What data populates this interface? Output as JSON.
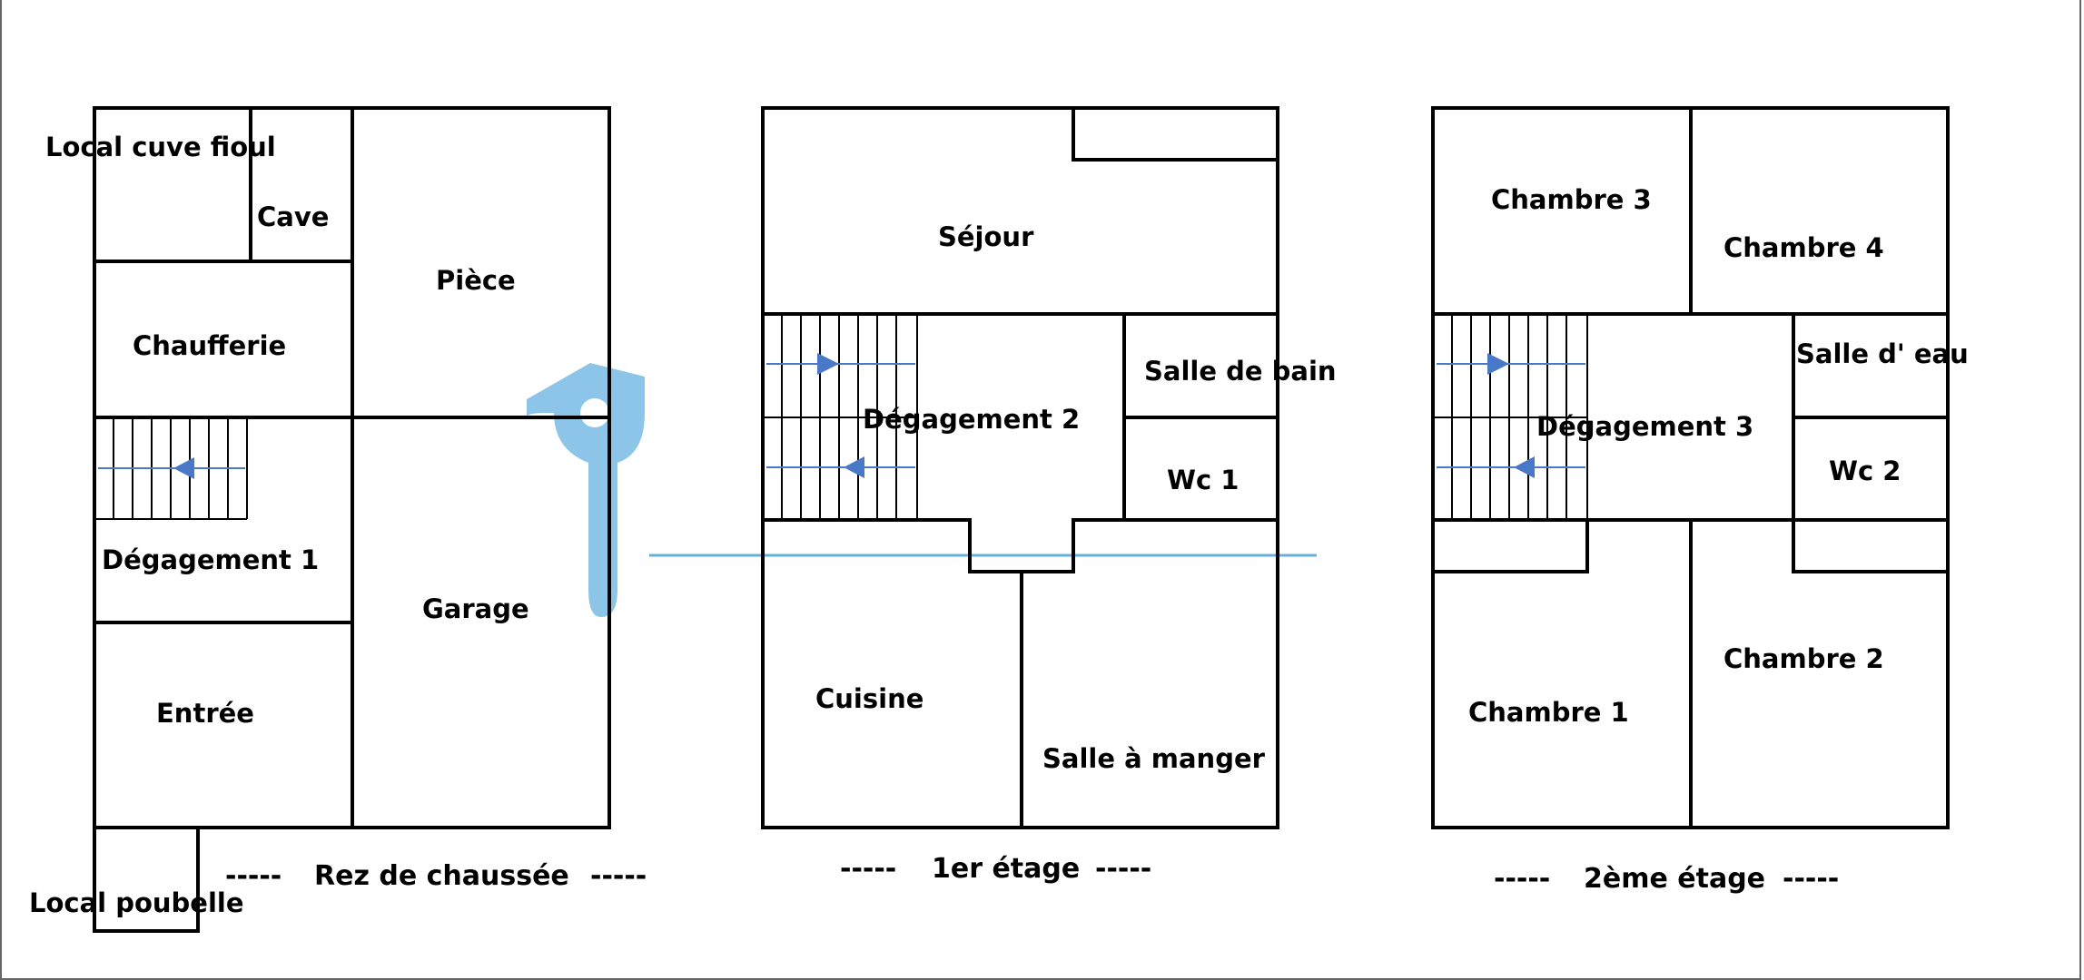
{
  "colors": {
    "wall": "#000000",
    "stair_line": "#000000",
    "stair_arrow": "#4a78c8",
    "watermark": "#4aa3d8"
  },
  "floors": {
    "ground": {
      "label": "Rez de chaussée",
      "rooms": {
        "local_cuve_fioul": "Local cuve fioul",
        "cave": "Cave",
        "piece": "Pièce",
        "chaufferie": "Chaufferie",
        "degagement_1": "Dégagement 1",
        "garage": "Garage",
        "entree": "Entrée",
        "local_poubelle": "Local poubelle"
      }
    },
    "first": {
      "label": "1er étage",
      "rooms": {
        "sejour": "Séjour",
        "salle_de_bain": "Salle de bain",
        "degagement_2": "Dégagement 2",
        "wc_1": "Wc 1",
        "cuisine": "Cuisine",
        "salle_a_manger": "Salle à manger"
      }
    },
    "second": {
      "label": "2ème étage",
      "rooms": {
        "chambre_3": "Chambre 3",
        "chambre_4": "Chambre 4",
        "salle_d_eau": "Salle d' eau",
        "degagement_3": "Dégagement 3",
        "wc_2": "Wc 2",
        "chambre_1": "Chambre 1",
        "chambre_2": "Chambre 2"
      }
    }
  },
  "watermark_icon": "house-key-icon"
}
